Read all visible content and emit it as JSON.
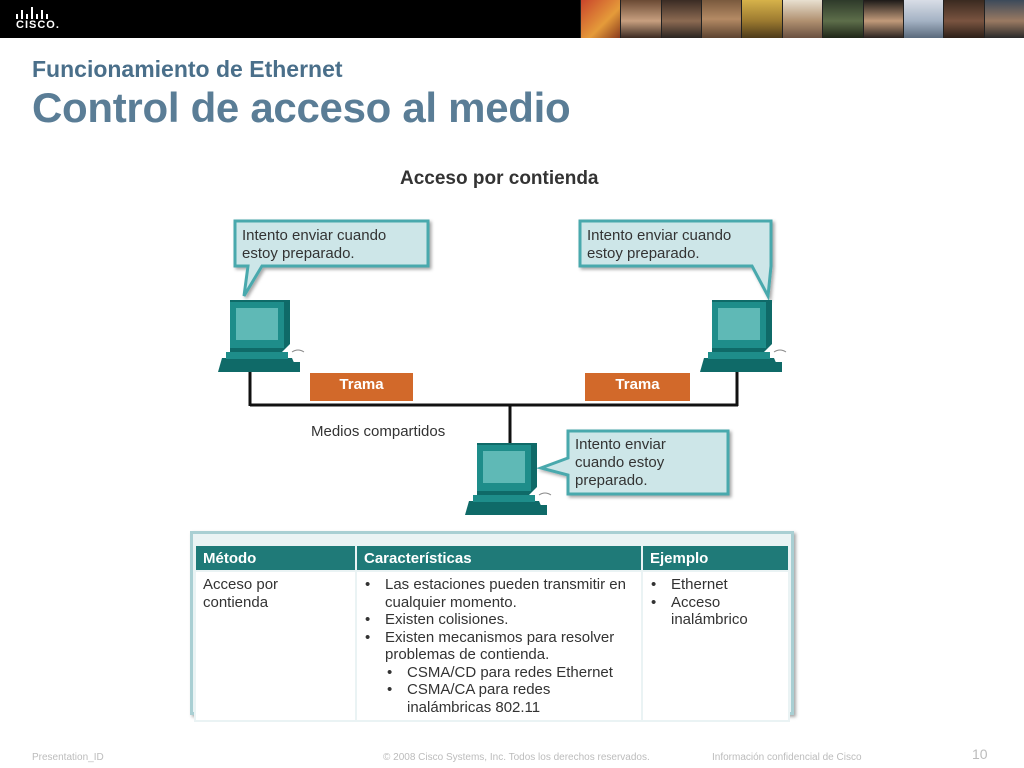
{
  "header": {
    "logo_text": "CISCO."
  },
  "slide": {
    "subtitle": "Funcionamiento de Ethernet",
    "title": "Control de acceso al medio"
  },
  "diagram": {
    "heading": "Acceso por contienda",
    "bubble_left": [
      "Intento enviar cuando",
      "estoy preparado."
    ],
    "bubble_right": [
      "Intento enviar cuando",
      "estoy preparado."
    ],
    "bubble_bottom": [
      "Intento enviar",
      "cuando estoy",
      "preparado."
    ],
    "frame_left": "Trama",
    "frame_right": "Trama",
    "media_label": "Medios compartidos"
  },
  "table": {
    "headers": [
      "Método",
      "Características",
      "Ejemplo"
    ],
    "method": [
      "Acceso por",
      "contienda"
    ],
    "characteristics": [
      "Las estaciones pueden transmitir en cualquier momento.",
      "Existen colisiones.",
      "Existen mecanismos para resolver problemas de contienda."
    ],
    "sub_characteristics": [
      "CSMA/CD para redes Ethernet",
      "CSMA/CA para redes inalámbricas 802.11"
    ],
    "examples": [
      "Ethernet",
      "Acceso inalámbrico"
    ]
  },
  "footer": {
    "presentation_id": "Presentation_ID",
    "copyright": "© 2008 Cisco Systems, Inc. Todos los derechos reservados.",
    "confidential": "Información confidencial de Cisco",
    "page_number": "10"
  },
  "colors": {
    "title": "#5a7d96",
    "teal": "#1f7a78",
    "frame_orange": "#d2692a",
    "bubble_fill": "#cde6e8",
    "bubble_border": "#4aa9ad"
  }
}
